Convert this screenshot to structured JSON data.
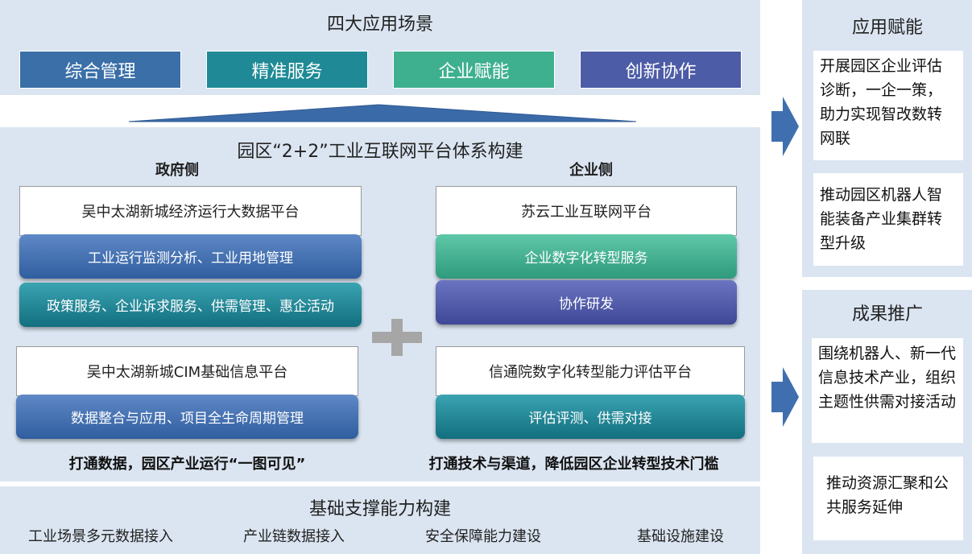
{
  "scenes": {
    "title": "四大应用场景",
    "items": [
      {
        "label": "综合管理",
        "color": "#3a6fa8"
      },
      {
        "label": "精准服务",
        "color": "#1f8a96"
      },
      {
        "label": "企业赋能",
        "color": "#3fb08f"
      },
      {
        "label": "创新协作",
        "color": "#4d5ca6"
      }
    ]
  },
  "system": {
    "title": "园区“2+2”工业互联网平台体系构建",
    "gov": {
      "heading": "政府侧",
      "platform1": "吴中太湖新城经济运行大数据平台",
      "svc1": "工业运行监测分析、工业用地管理",
      "svc2": "政策服务、企业诉求服务、供需管理、惠企活动",
      "platform2": "吴中太湖新城CIM基础信息平台",
      "svc3": "数据整合与应用、项目全生命周期管理",
      "slogan": "打通数据，园区产业运行“一图可见”"
    },
    "ent": {
      "heading": "企业侧",
      "platform1": "苏云工业互联网平台",
      "svc1": "企业数字化转型服务",
      "svc2": "协作研发",
      "platform2": "信通院数字化转型能力评估平台",
      "svc3": "评估评测、供需对接",
      "slogan": "打通技术与渠道，降低园区企业转型技术门槛"
    }
  },
  "foundation": {
    "title": "基础支撑能力构建",
    "items": [
      "工业场景多元数据接入",
      "产业链数据接入",
      "安全保障能力建设",
      "基础设施建设"
    ]
  },
  "empower": {
    "title": "应用赋能",
    "items": [
      "开展园区企业评估诊断，一企一策，助力实现智改数转网联",
      "推动园区机器人智能装备产业集群转型升级"
    ]
  },
  "promote": {
    "title": "成果推广",
    "items": [
      "围绕机器人、新一代信息技术产业，组织主题性供需对接活动",
      "推动资源汇聚和公共服务延伸"
    ]
  },
  "colors": {
    "panel": "#dbe5f1",
    "arrow": "#3f6fae",
    "plus": "#a6a6a6"
  }
}
